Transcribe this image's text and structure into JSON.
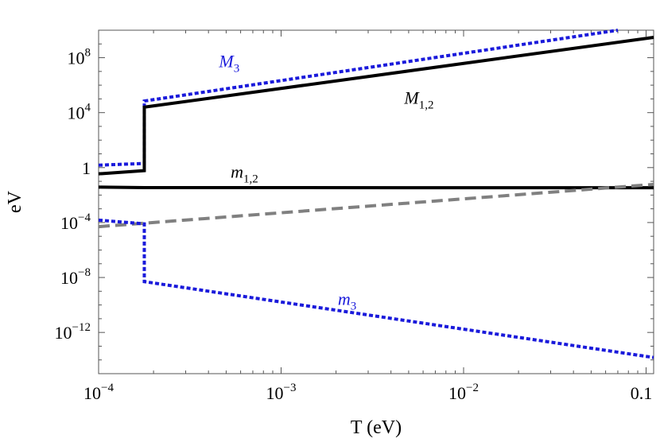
{
  "chart_data": {
    "type": "line",
    "xlabel": "T (eV)",
    "ylabel": "eV",
    "xscale": "log",
    "yscale": "log",
    "xlim": [
      0.0001,
      0.11
    ],
    "ylim": [
      1e-15,
      10000000000.0
    ],
    "x_ticks": [
      {
        "value": 0.0001,
        "base": "10",
        "exp": "−4"
      },
      {
        "value": 0.001,
        "base": "10",
        "exp": "−3"
      },
      {
        "value": 0.01,
        "base": "10",
        "exp": "−2"
      },
      {
        "value": 0.1,
        "base": "0.1",
        "exp": ""
      }
    ],
    "y_ticks": [
      {
        "value": 1e-12,
        "base": "10",
        "exp": "−12"
      },
      {
        "value": 1e-08,
        "base": "10",
        "exp": "−8"
      },
      {
        "value": 0.0001,
        "base": "10",
        "exp": "−4"
      },
      {
        "value": 1,
        "base": "1",
        "exp": ""
      },
      {
        "value": 10000,
        "base": "10",
        "exp": "4"
      },
      {
        "value": 100000000,
        "base": "10",
        "exp": "8"
      }
    ],
    "grid": false,
    "series": [
      {
        "name": "M3",
        "label_main": "M",
        "label_sub": "3",
        "color": "#1a1adb",
        "style": "dotted",
        "points": [
          [
            0.0001,
            1.5
          ],
          [
            0.000178,
            2.0
          ],
          [
            0.000178,
            70000
          ],
          [
            0.07,
            10000000000.0
          ]
        ]
      },
      {
        "name": "M1,2",
        "label_main": "M",
        "label_sub": "1,2",
        "color": "#000000",
        "style": "solid",
        "points": [
          [
            0.0001,
            0.35
          ],
          [
            0.000178,
            0.6
          ],
          [
            0.000178,
            25000
          ],
          [
            0.11,
            3000000000.0
          ]
        ]
      },
      {
        "name": "m1,2",
        "label_main": "m",
        "label_sub": "1,2",
        "color": "#000000",
        "style": "solid",
        "points": [
          [
            0.0001,
            0.038
          ],
          [
            0.000178,
            0.035
          ],
          [
            0.11,
            0.034
          ]
        ]
      },
      {
        "name": "",
        "label_main": "",
        "label_sub": "",
        "color": "#808080",
        "style": "dashed",
        "points": [
          [
            0.0001,
            5e-05
          ],
          [
            0.11,
            0.06
          ]
        ]
      },
      {
        "name": "m3",
        "label_main": "m",
        "label_sub": "3",
        "color": "#1a1adb",
        "style": "dotted",
        "points": [
          [
            0.0001,
            0.00015
          ],
          [
            0.000178,
            8e-05
          ],
          [
            0.000178,
            5e-09
          ],
          [
            0.11,
            1.5e-14
          ]
        ]
      }
    ],
    "labels": [
      {
        "series": "M3",
        "x": 0.00052,
        "y": 20000000.0,
        "color": "#1a1adb"
      },
      {
        "series": "M1,2",
        "x": 0.0057,
        "y": 45000,
        "color": "#000000"
      },
      {
        "series": "m1,2",
        "x": 0.00063,
        "y": 0.18,
        "color": "#000000"
      },
      {
        "series": "m3",
        "x": 0.0023,
        "y": 1e-10,
        "color": "#1a1adb"
      }
    ]
  }
}
